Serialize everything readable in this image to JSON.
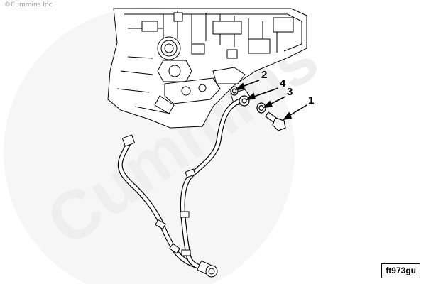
{
  "copyright": "©Cummins Inc",
  "watermark": "Cummins",
  "figure_code": "ft973gu",
  "callouts": [
    "2",
    "4",
    "3",
    "1"
  ],
  "colors": {
    "line": "#000000",
    "watermark": "#eeeeee",
    "copyright": "#9a9a9a"
  }
}
